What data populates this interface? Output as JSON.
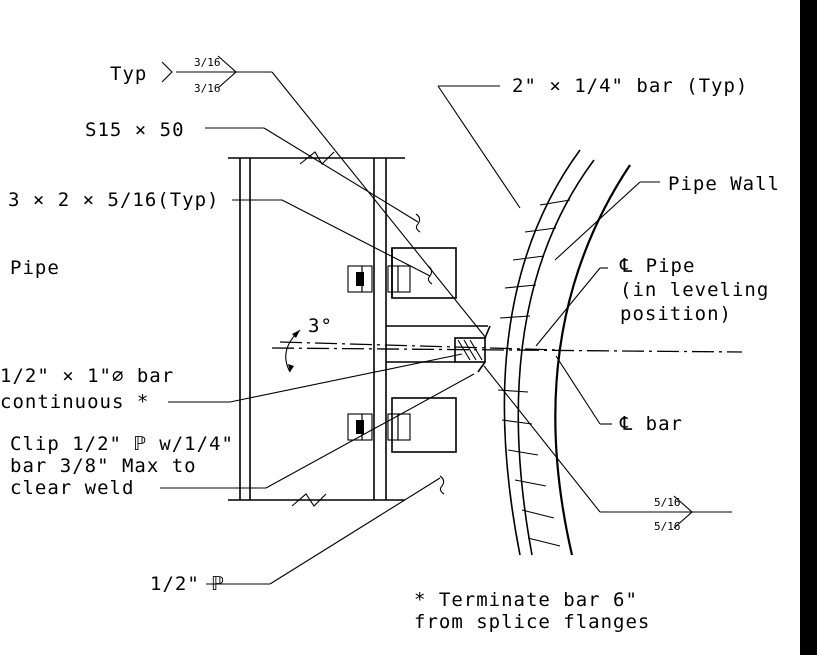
{
  "labels": {
    "typ": "Typ",
    "weld_top_size": "3/16",
    "weld_bottom_size": "3/16",
    "bar_typ": "2\" × 1/4\" bar (Typ)",
    "s15": "S15 × 50",
    "pipe_wall": "Pipe Wall",
    "angle": "3 × 2 × 5/16(Typ)",
    "pipe": "Pipe",
    "cl_pipe_1": "℄ Pipe",
    "cl_pipe_2": "(in leveling",
    "cl_pipe_3": "position)",
    "angle_deg": "3°",
    "bar_half_1": "1/2\" × 1\"⌀ bar",
    "bar_half_2": "continuous *",
    "cl_bar": "℄ bar",
    "clip_1": "Clip 1/2\" ℙ w/1/4\"",
    "clip_2": "bar 3/8\" Max to",
    "clip_3": "clear weld",
    "weld2_top_size": "5/16",
    "weld2_bottom_size": "5/16",
    "plate": "1/2\" ℙ",
    "note_1": "* Terminate bar 6\"",
    "note_2": "from splice flanges"
  }
}
